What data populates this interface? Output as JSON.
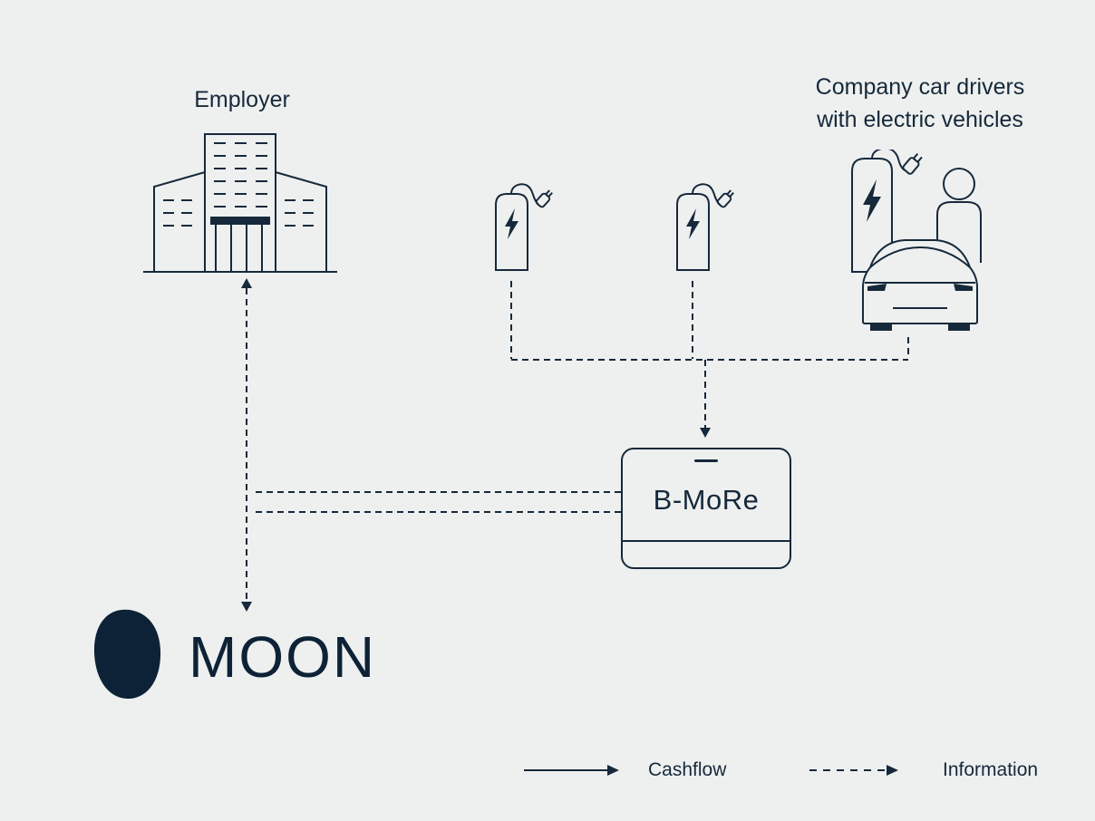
{
  "colors": {
    "background": "#eef0ef",
    "ink": "#16293b",
    "logo": "#0d2236"
  },
  "nodes": {
    "employer": {
      "label": "Employer"
    },
    "drivers": {
      "label_line1": "Company car drivers",
      "label_line2": "with electric vehicles"
    },
    "device": {
      "label": "B-MoRe"
    },
    "moon": {
      "label": "MOON"
    }
  },
  "legend": {
    "items": [
      {
        "label": "Cashflow",
        "style": "solid-arrow"
      },
      {
        "label": "Information",
        "style": "dashed-arrow"
      }
    ]
  },
  "icons": {
    "building": "office-building-icon",
    "charger_small_1": "ev-charging-station-icon",
    "charger_small_2": "ev-charging-station-icon",
    "charger_large": "ev-charging-station-icon",
    "car": "electric-car-front-icon",
    "person": "driver-person-icon",
    "moon_logo": "moon-logo-icon",
    "cashflow_arrow": "solid-arrow-icon",
    "information_arrow": "dashed-arrow-icon"
  }
}
